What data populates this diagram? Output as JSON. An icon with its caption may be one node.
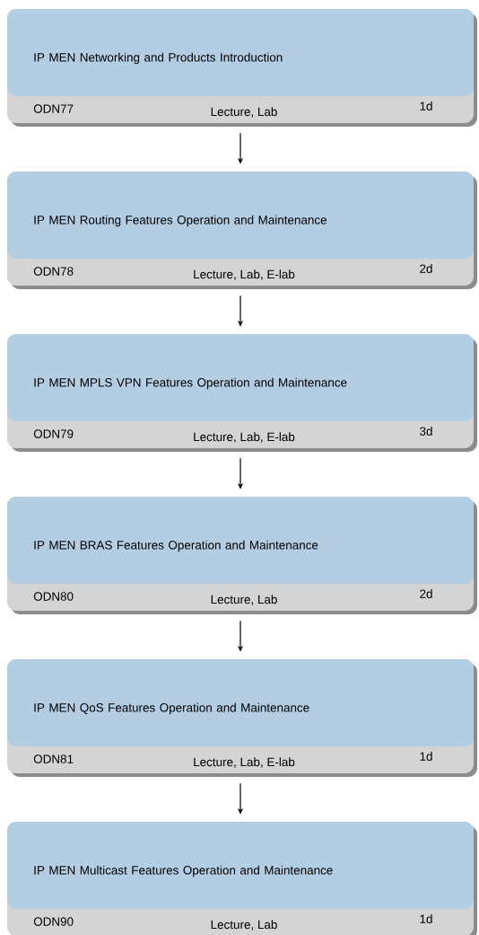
{
  "diagram": {
    "nodes": [
      {
        "text": [
          "IP MEN Networking and Products Introduction",
          "ODN77",
          "Lecture, Lab",
          "1d"
        ]
      },
      {
        "text": [
          "IP MEN Routing Features Operation and Maintenance",
          "ODN78",
          "Lecture, Lab, E-lab",
          "2d"
        ]
      },
      {
        "text": [
          "IP MEN MPLS VPN Features Operation and Maintenance",
          "ODN79",
          "Lecture, Lab, E-lab",
          "3d"
        ]
      },
      {
        "text": [
          "IP MEN BRAS Features Operation and Maintenance",
          "ODN80",
          "Lecture, Lab",
          "2d"
        ]
      },
      {
        "text": [
          "IP MEN QoS Features Operation and Maintenance",
          "ODN81",
          "Lecture, Lab, E-lab",
          "1d"
        ]
      },
      {
        "text": [
          "IP MEN Multicast Features Operation and Maintenance",
          "ODN90",
          "Lecture, Lab",
          "1d"
        ]
      }
    ],
    "edges": [
      {
        "from": 0,
        "to": 1,
        "arrow": "to"
      },
      {
        "from": 1,
        "to": 2,
        "arrow": "to"
      },
      {
        "from": 2,
        "to": 3,
        "arrow": "to"
      },
      {
        "from": 3,
        "to": 4,
        "arrow": "to"
      },
      {
        "from": 4,
        "to": 5,
        "arrow": "to"
      }
    ]
  }
}
